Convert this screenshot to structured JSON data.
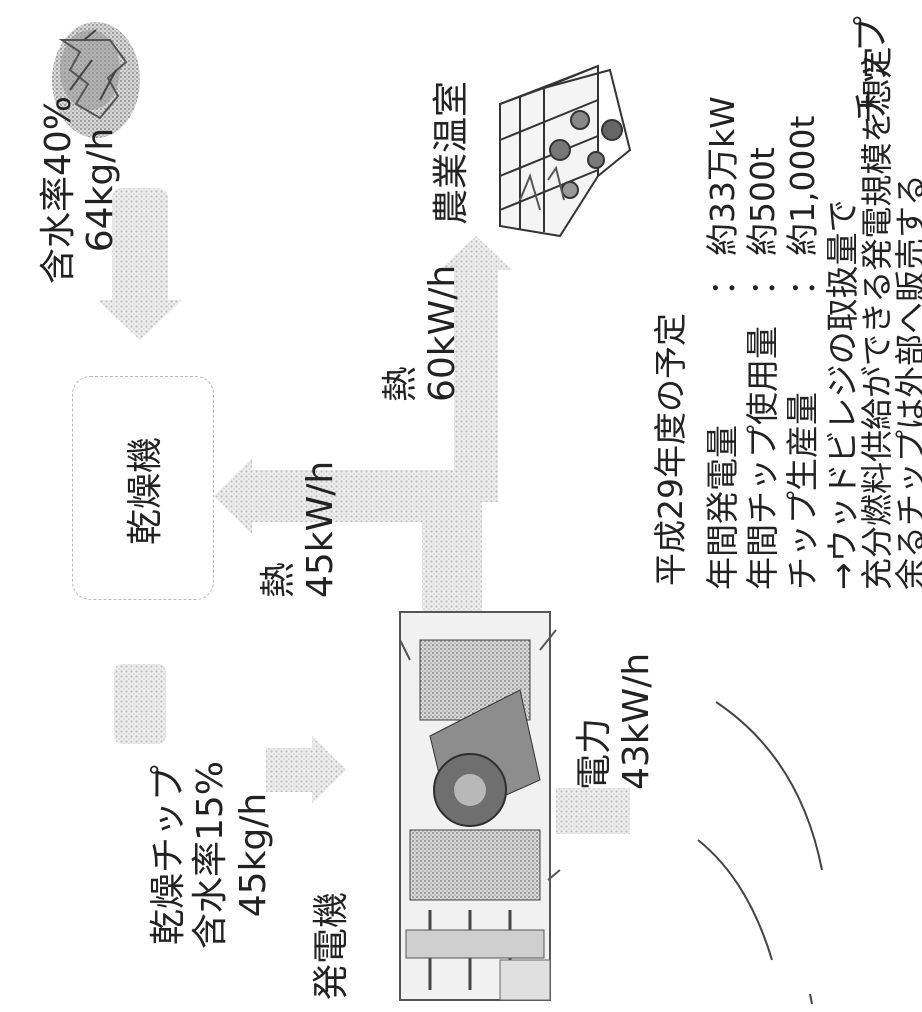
{
  "labels": {
    "chip": "チップ",
    "chip_moisture": "含水率40%",
    "chip_rate": "64kg/h",
    "dryer": "乾燥機",
    "greenhouse": "農業温室",
    "heat1_name": "熱",
    "heat1_value": "45kW/h",
    "heat2_name": "熱",
    "heat2_value": "60kW/h",
    "dried_chip_title": "乾燥チップ",
    "dried_chip_moisture": "含水率15%",
    "dried_chip_rate": "45kg/h",
    "generator": "発電機",
    "power_name": "電力",
    "power_value": "43kW/h"
  },
  "plan": {
    "title": "平成29年度の予定",
    "rows": [
      {
        "label": "年間発電量",
        "sep": "：",
        "value": "約33万kW"
      },
      {
        "label": "年間チップ使用量",
        "sep": "：",
        "value": "約500t"
      },
      {
        "label": "チップ生産量",
        "sep": "：",
        "value": "約1,000t"
      }
    ],
    "conclusion_1": "→ウッドビレジの取扱量で",
    "conclusion_2": "充分燃料供給ができる発電規模を想定",
    "conclusion_3": "余るチップは外部へ販売する"
  },
  "icons": {
    "chip_pile": "wood-chip-pile-icon",
    "greenhouse": "greenhouse-icon",
    "generator": "generator-machine-icon",
    "power_waves": "power-transmission-waves-icon"
  }
}
